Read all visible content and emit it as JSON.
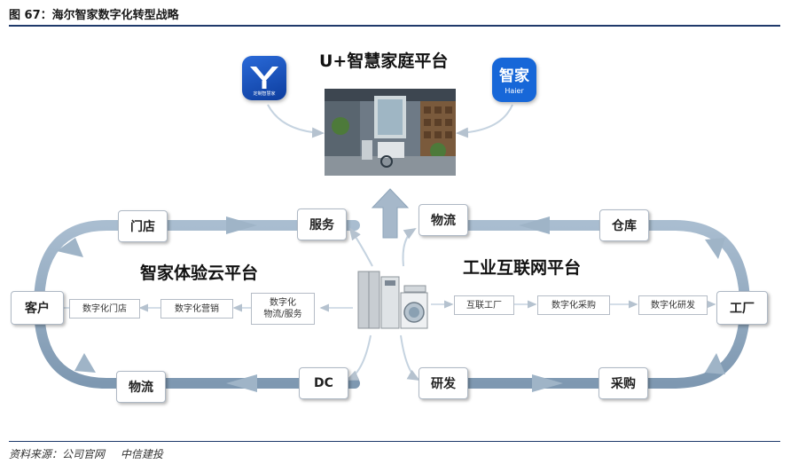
{
  "figure": {
    "label": "图 67：海尔智家数字化转型战略"
  },
  "headers": {
    "top": "U+智慧家庭平台",
    "left": "智家体验云平台",
    "right": "工业互联网平台"
  },
  "apps": {
    "left_caption": "定制智慧家",
    "right_name": "智家",
    "right_brand": "Haier"
  },
  "loop_nodes": {
    "store": "门店",
    "service": "服务",
    "logistics_top": "物流",
    "warehouse": "仓库",
    "factory": "工厂",
    "procurement": "采购",
    "rnd": "研发",
    "dc": "DC",
    "logistics_bottom": "物流",
    "customer": "客户"
  },
  "left_chain": {
    "digital_logistics_service": "数字化\n物流/服务",
    "digital_marketing": "数字化营销",
    "digital_store": "数字化门店"
  },
  "right_chain": {
    "internet_factory": "互联工厂",
    "digital_procurement": "数字化采购",
    "digital_rnd": "数字化研发"
  },
  "colors": {
    "loop": "#8ea8c0",
    "loop_light": "#c5d3e0",
    "rule": "#1f3a6b"
  },
  "source": {
    "label": "资料来源：公司官网",
    "org": "中信建投"
  }
}
